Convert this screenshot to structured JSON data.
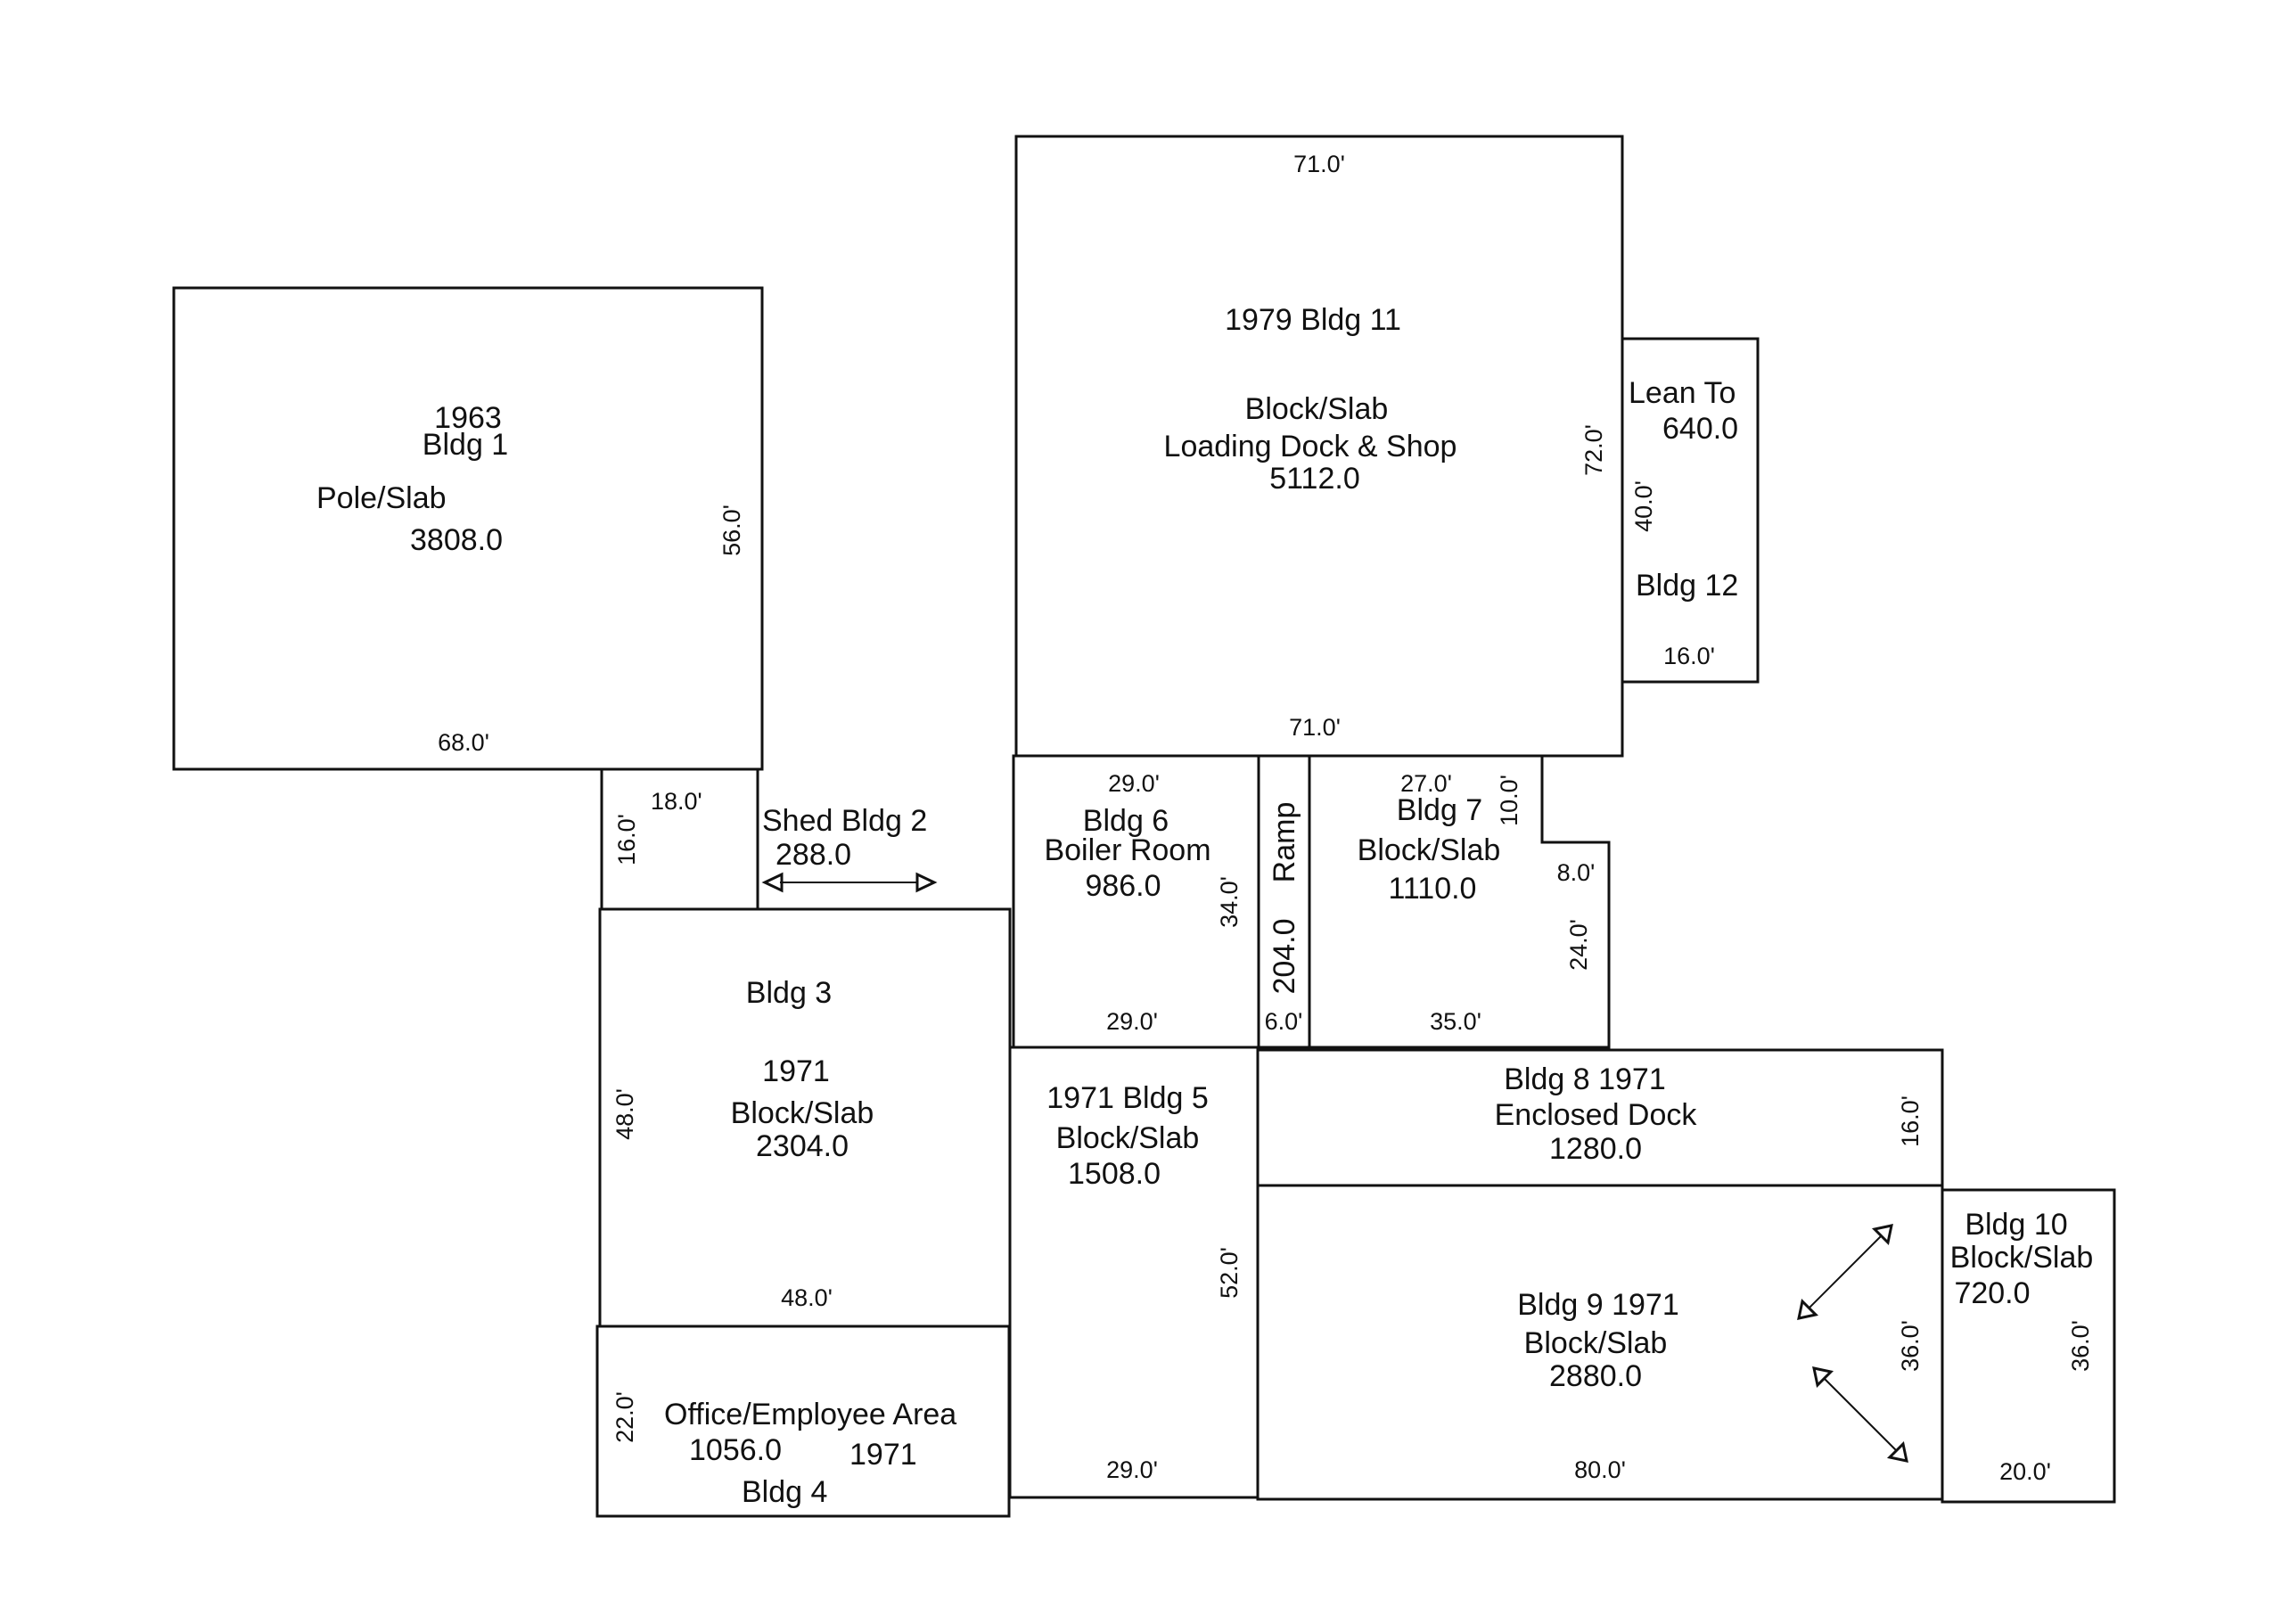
{
  "buildings": {
    "b1": {
      "year": "1963",
      "name": "Bldg 1",
      "construction": "Pole/Slab",
      "area": "3808.0",
      "dim_width": "68.0'",
      "dim_depth": "56.0'"
    },
    "b2": {
      "name": "Shed Bldg 2",
      "area": "288.0",
      "dim_width": "18.0'",
      "dim_depth": "16.0'"
    },
    "b3": {
      "name": "Bldg 3",
      "year": "1971",
      "construction": "Block/Slab",
      "area": "2304.0",
      "dim_width": "48.0'",
      "dim_depth": "48.0'"
    },
    "b4": {
      "name": "Office/Employee Area",
      "area": "1056.0",
      "year": "1971",
      "label": "Bldg 4",
      "dim_depth": "22.0'"
    },
    "b5": {
      "name": "1971 Bldg 5",
      "construction": "Block/Slab",
      "area": "1508.0",
      "dim_width": "29.0'",
      "dim_depth": "52.0'"
    },
    "b6": {
      "name": "Bldg 6",
      "use": "Boiler Room",
      "area": "986.0",
      "dim_width_top": "29.0'",
      "dim_width_bottom": "29.0'",
      "dim_depth": "34.0'"
    },
    "ramp": {
      "name": "Ramp",
      "area": "204.0",
      "dim_width": "6.0'"
    },
    "b7": {
      "name": "Bldg 7",
      "construction": "Block/Slab",
      "area": "1110.0",
      "dim_top": "27.0'",
      "dim_notch_h": "10.0'",
      "dim_notch_w": "8.0'",
      "dim_right": "24.0'",
      "dim_bottom": "35.0'"
    },
    "b8": {
      "name": "Bldg 8 1971",
      "use": "Enclosed Dock",
      "area": "1280.0",
      "dim_depth": "16.0'"
    },
    "b9": {
      "name": "Bldg 9 1971",
      "construction": "Block/Slab",
      "area": "2880.0",
      "dim_width": "80.0'",
      "dim_depth": "36.0'"
    },
    "b10": {
      "name": "Bldg 10",
      "construction": "Block/Slab",
      "area": "720.0",
      "dim_width": "20.0'",
      "dim_depth": "36.0'"
    },
    "b11": {
      "name": "1979 Bldg 11",
      "construction": "Block/Slab",
      "use": "Loading Dock & Shop",
      "area": "5112.0",
      "dim_top": "71.0'",
      "dim_bottom": "71.0'",
      "dim_depth": "72.0'"
    },
    "b12": {
      "name": "Lean To",
      "area": "640.0",
      "label": "Bldg 12",
      "dim_depth": "40.0'",
      "dim_width": "16.0'"
    }
  }
}
